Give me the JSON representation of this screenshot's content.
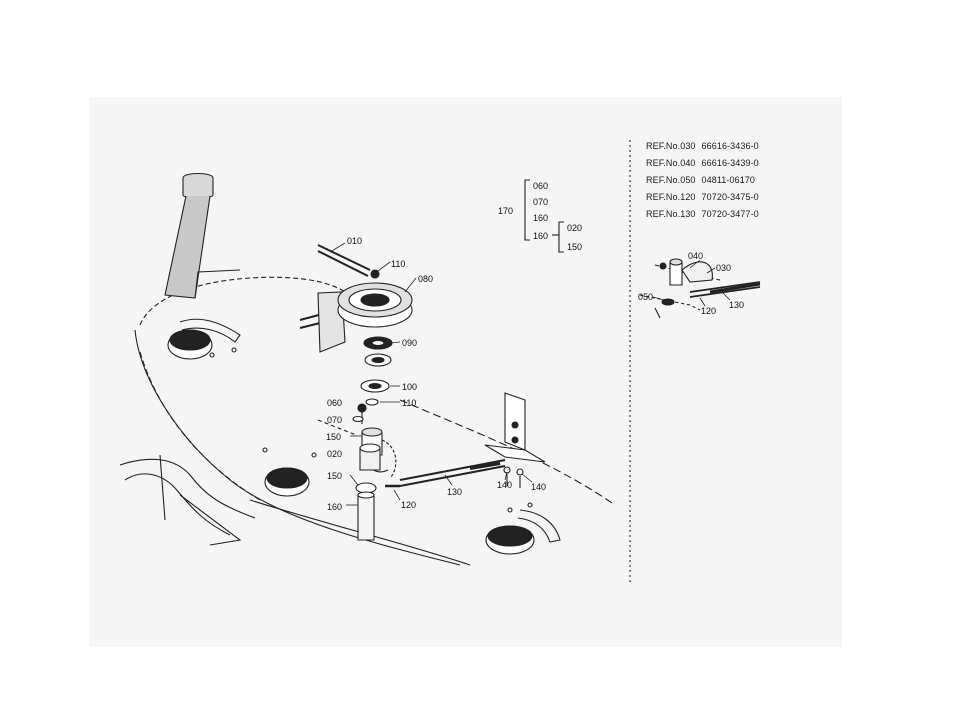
{
  "references": [
    {
      "ref": "REF.No.030",
      "code": "66616-3436-0"
    },
    {
      "ref": "REF.No.040",
      "code": "66616-3439-0"
    },
    {
      "ref": "REF.No.050",
      "code": "04811-06170"
    },
    {
      "ref": "REF.No.120",
      "code": "70720-3475-0"
    },
    {
      "ref": "REF.No.130",
      "code": "70720-3477-0"
    }
  ],
  "callouts": {
    "c010": "010",
    "c110a": "110",
    "c080": "080",
    "c090": "090",
    "c100": "100",
    "c110b": "110",
    "c060": "060",
    "c070": "070",
    "c150a": "150",
    "c020": "020",
    "c150b": "150",
    "c160": "160",
    "c120": "120",
    "c130": "130",
    "c140a": "140",
    "c140b": "140"
  },
  "kit": {
    "group": "170",
    "items": [
      "060",
      "070",
      "160",
      "160"
    ],
    "sub_items": [
      "020",
      "150"
    ]
  },
  "inset": {
    "c040": "040",
    "c030": "030",
    "c050": "050",
    "c120": "120",
    "c130": "130"
  }
}
